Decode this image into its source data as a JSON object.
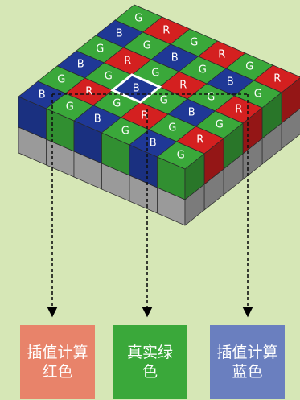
{
  "grid": {
    "rows": [
      [
        "G",
        "R",
        "G",
        "R",
        "G",
        "R"
      ],
      [
        "B",
        "G",
        "B",
        "G",
        "B",
        "G"
      ],
      [
        "G",
        "R",
        "G",
        "R",
        "G",
        "R"
      ],
      [
        "B",
        "G",
        "B",
        "G",
        "B",
        "G"
      ],
      [
        "G",
        "R",
        "G",
        "R",
        "G",
        "R"
      ],
      [
        "B",
        "G",
        "B",
        "G",
        "B",
        "G"
      ]
    ],
    "highlight": {
      "row": 3,
      "col": 2
    }
  },
  "colors": {
    "G": "#3aa83a",
    "R": "#d42020",
    "B": "#1f3896",
    "substrate": "#9a9a9a",
    "background": "#d6e7b6"
  },
  "outputs": [
    {
      "name": "interp-red",
      "line1": "插值计算",
      "line2": "红色",
      "color": "#e8836a"
    },
    {
      "name": "true-green",
      "line1": "真实绿",
      "line2": "色",
      "color": "#3aa83a"
    },
    {
      "name": "interp-blue",
      "line1": "插值计算",
      "line2": "蓝色",
      "color": "#6a7fbf"
    }
  ]
}
